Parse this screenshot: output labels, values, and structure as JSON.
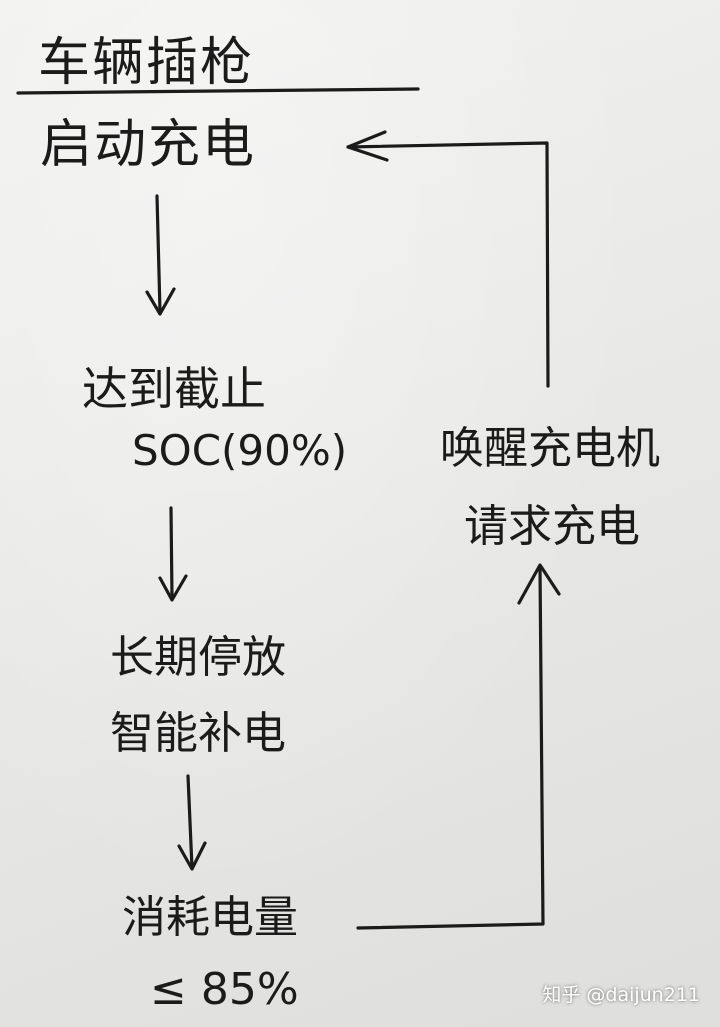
{
  "nodes": {
    "plug_in": "车辆插枪",
    "start_charging": "启动充电",
    "reach_cutoff": [
      "达到截止",
      "SOC(90%)"
    ],
    "long_park": [
      "长期停放",
      "智能补电"
    ],
    "consume": [
      "消耗电量",
      "≤ 85%"
    ],
    "wake": [
      "唤醒充电机",
      "请求充电"
    ]
  },
  "watermark": "知乎 @daijun211",
  "colors": {
    "ink": "#1b1b1b",
    "paper": "#ececea"
  }
}
